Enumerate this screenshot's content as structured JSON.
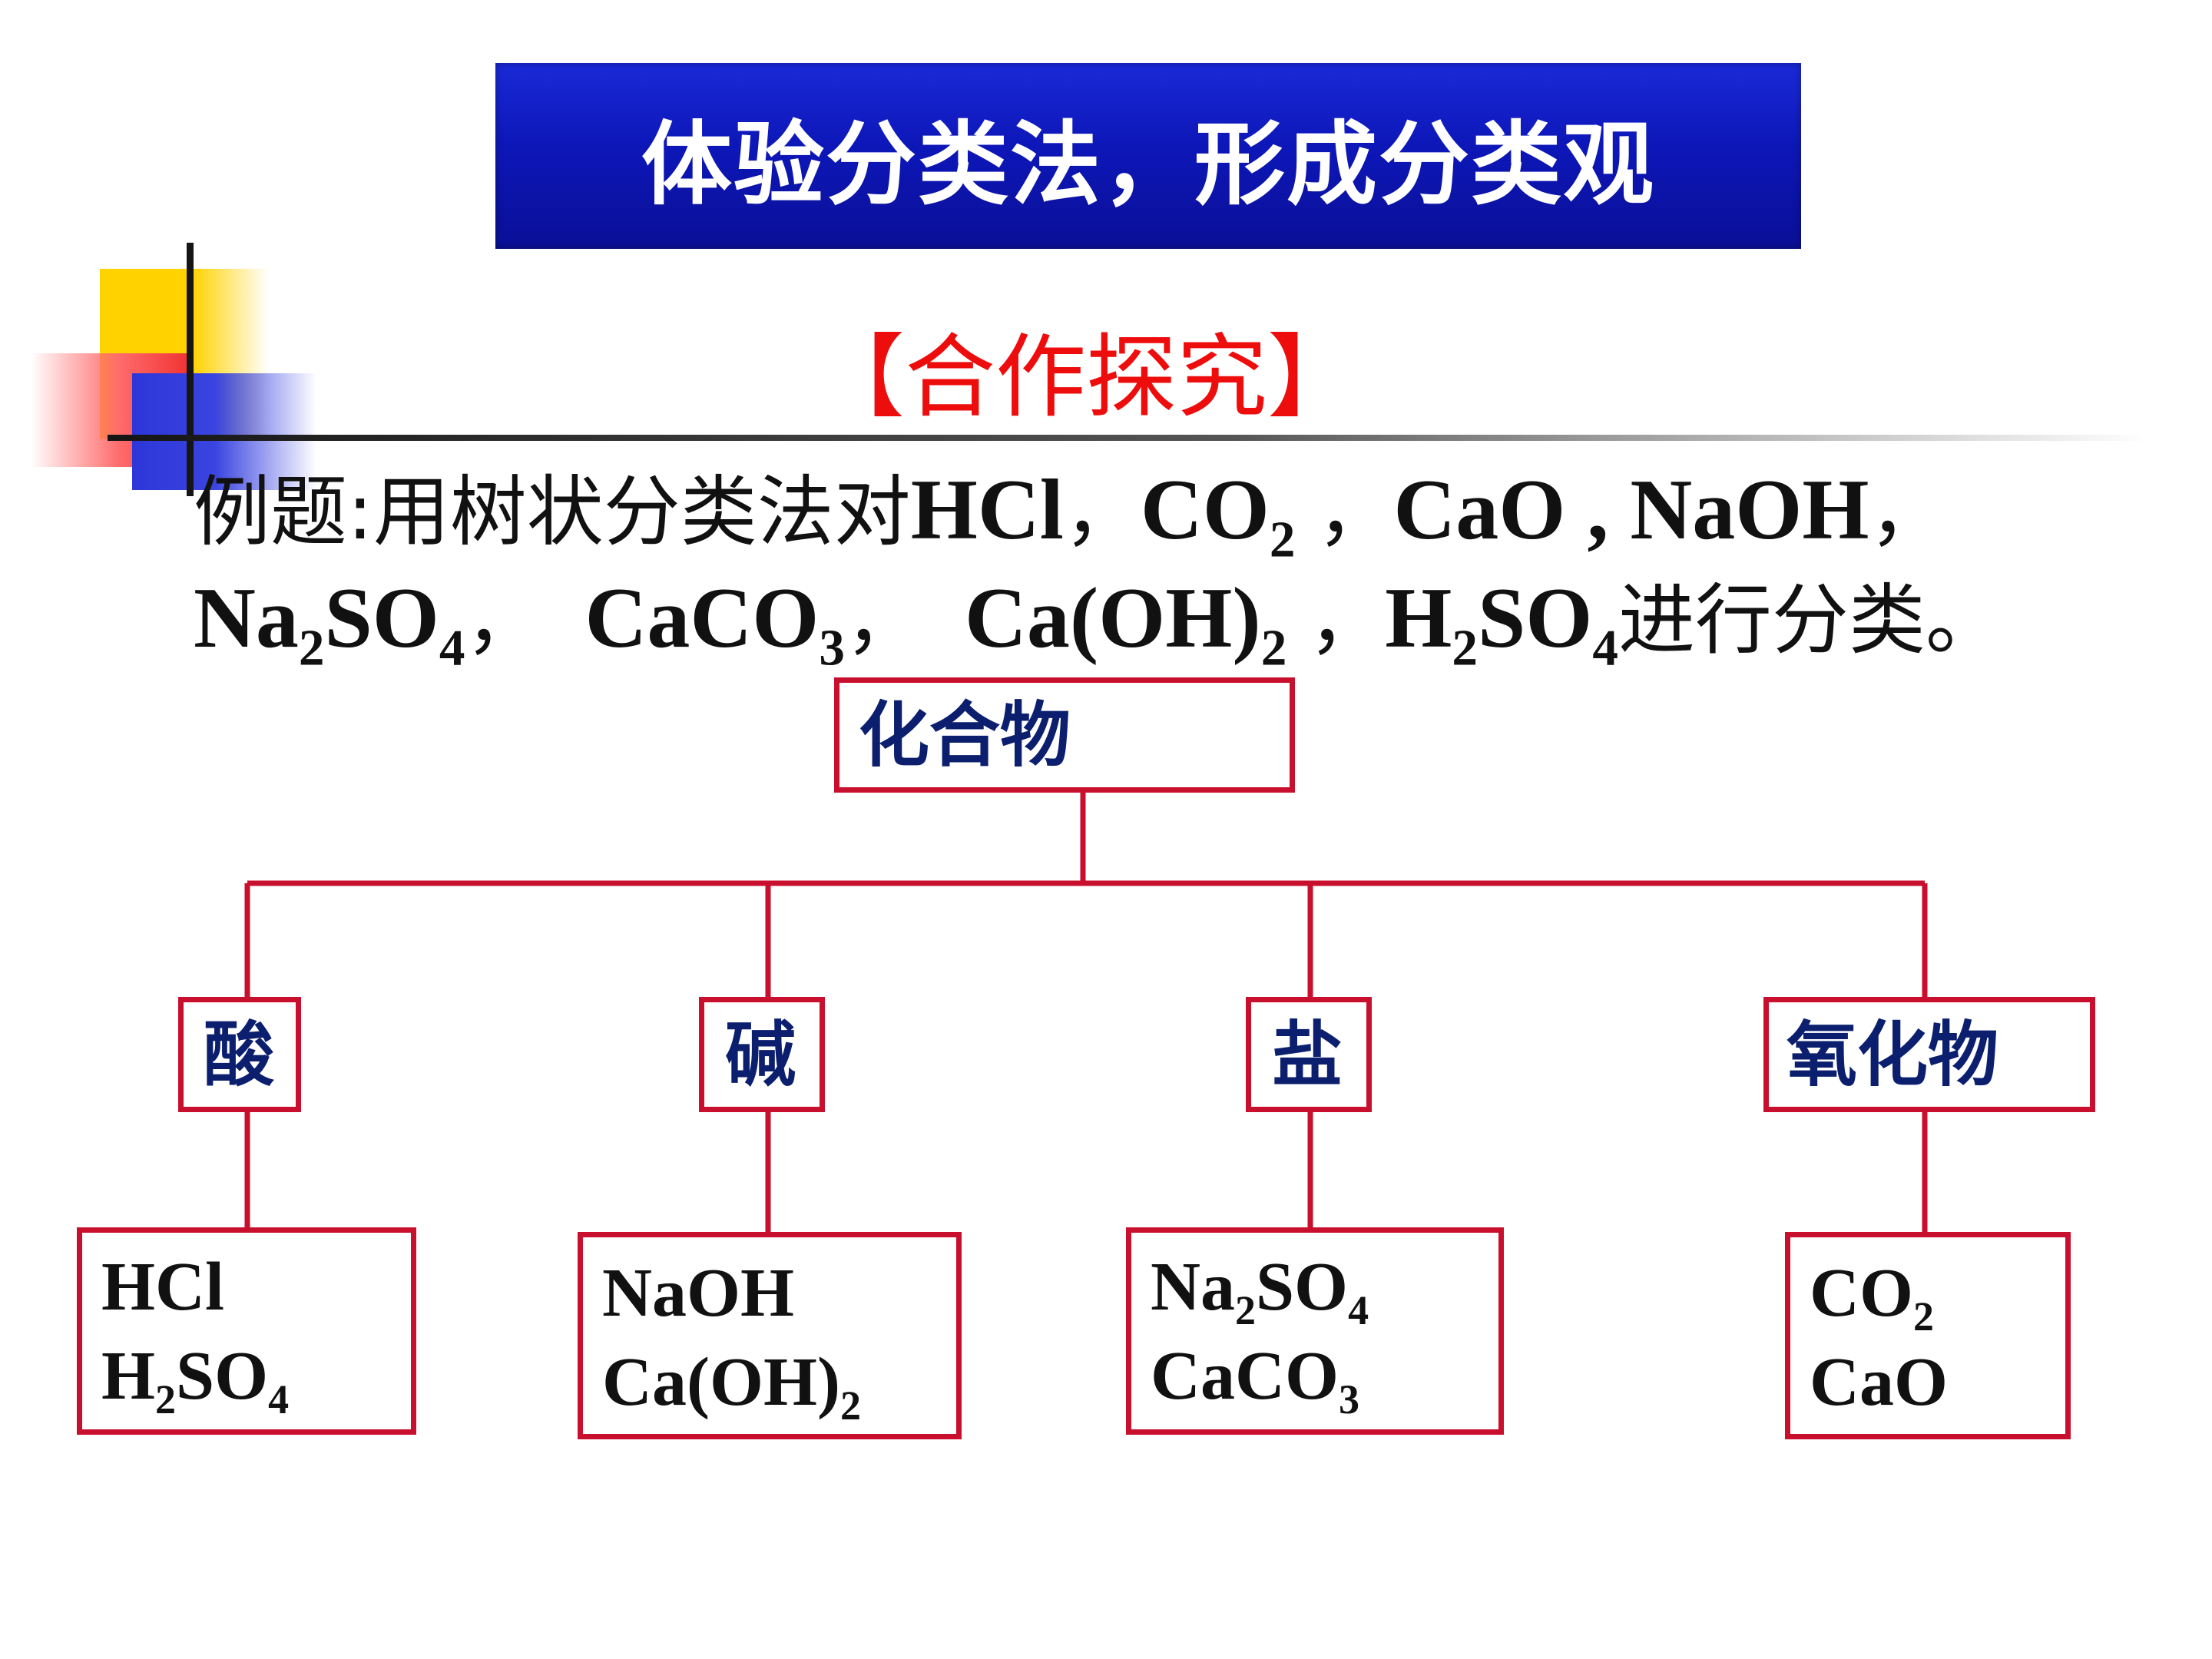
{
  "title": "体验分类法，形成分类观",
  "subtitle": "【合作探究】",
  "problem": {
    "prefix": "例题:用树状分类法对",
    "suffix": "进行分类。",
    "compounds": [
      "HCl",
      "CO2",
      "CaO",
      "NaOH",
      "Na2SO4",
      "CaCO3",
      "Ca(OH)2",
      "H2SO4"
    ]
  },
  "tree": {
    "root": "化合物",
    "categories": [
      {
        "label": "酸",
        "members": [
          "HCl",
          "H2SO4"
        ]
      },
      {
        "label": "碱",
        "members": [
          "NaOH",
          "Ca(OH)2"
        ]
      },
      {
        "label": "盐",
        "members": [
          "Na2SO4",
          "CaCO3"
        ]
      },
      {
        "label": "氧化物",
        "members": [
          "CO2",
          "CaO"
        ]
      }
    ]
  },
  "colors": {
    "banner": "#0d17b8",
    "subtitle": "#ee0d0d",
    "box_border": "#c8102e",
    "label": "#0b1f6e"
  }
}
